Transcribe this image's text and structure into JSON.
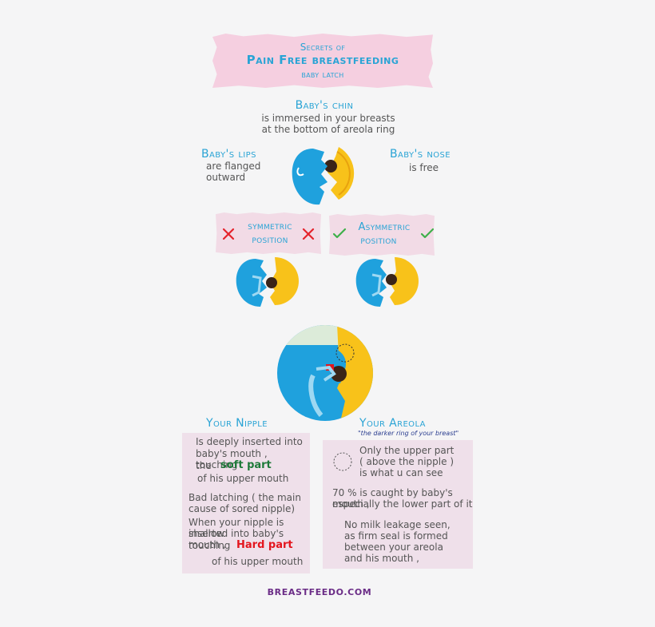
{
  "header": {
    "line1": "Secrets of",
    "line2": "Pain Free breastfeeding",
    "line3": "baby latch"
  },
  "chin": {
    "title": "Baby's chin",
    "line1": "is immersed in your breasts",
    "line2": "at the bottom of areola ring"
  },
  "lips": {
    "title": "Baby's lips",
    "line1": "are flanged",
    "line2": "outward"
  },
  "nose": {
    "title": "Baby's nose",
    "line1": "is free"
  },
  "symmetric": {
    "line1": "symmetric",
    "line2": "position",
    "mark_color": "#e5232b"
  },
  "asymmetric": {
    "line1": "Asymmetric",
    "line2": "position",
    "mark_color": "#3fb04a"
  },
  "nipple": {
    "title": "Your Nipple",
    "p1_line1": "Is deeply inserted into",
    "p1_line2": "baby's mouth , touching",
    "p1_the": "the",
    "p1_soft": "soft part",
    "p1_line4": "of his upper mouth",
    "p2_line1": "Bad latching ( the main",
    "p2_line2": "cause of sored nipple)",
    "p2_line3": "When your nipple is shallow",
    "p2_line4": "inserted into baby's mouth ,",
    "p2_touching": "touching",
    "p2_hard": "Hard part",
    "p2_line6": "of his upper mouth"
  },
  "areola": {
    "title": "Your Areola",
    "subtitle": "\"the darker ring of your breast\"",
    "p1_line1": "Only the upper part",
    "p1_line2": "( above the nipple )",
    "p1_line3": "is what u can see",
    "p2_line1": "70 % is caught by baby's mouth ,",
    "p2_line2": "especially the lower part of it",
    "p3_line1": "No milk leakage seen,",
    "p3_line2": "as firm seal is formed",
    "p3_line3": "between your areola",
    "p3_line4": "and his mouth ,"
  },
  "footer": {
    "brand": "BREASTFEEDO.COM"
  },
  "colors": {
    "blue": "#2aa4d5",
    "baby_blue": "#1fa1dd",
    "breast_yellow": "#f8c21a",
    "nipple_brown": "#3a2418",
    "soft_green": "#1f7a3a",
    "hard_red": "#e3161e",
    "brand_purple": "#6b2d87",
    "banner_pink": "#f5cfe0",
    "panel_pink": "#efe0ea"
  },
  "icons": [
    "x-mark-icon",
    "check-mark-icon",
    "baby-latch-icon",
    "dashed-circle-icon"
  ]
}
